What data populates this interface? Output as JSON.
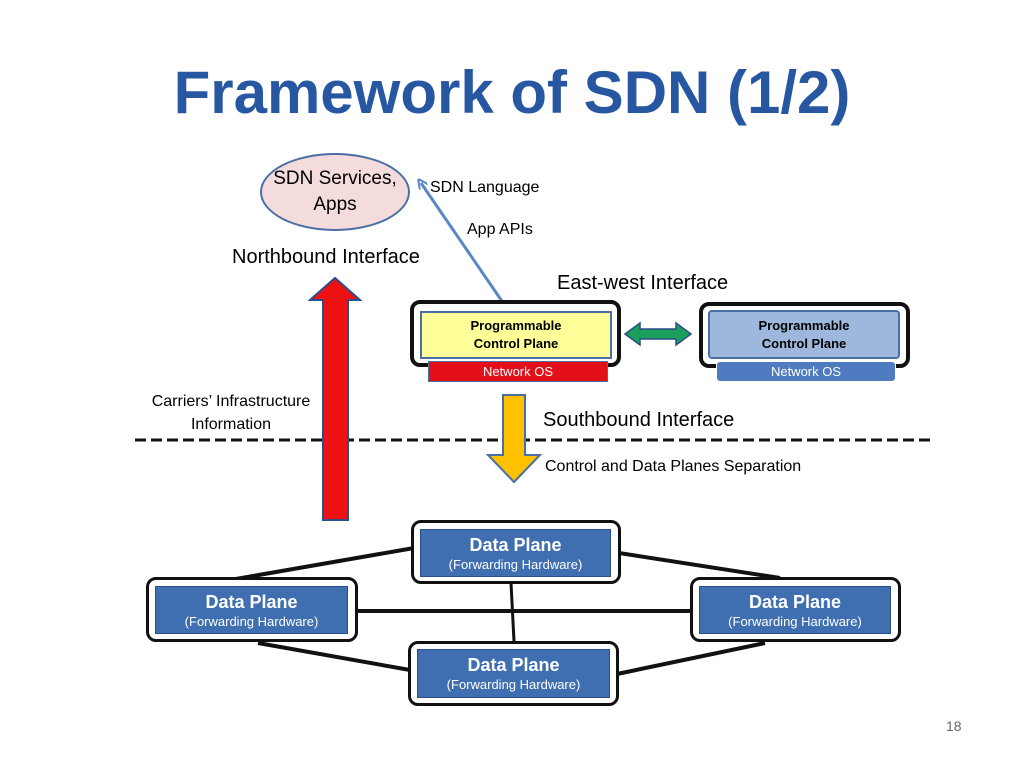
{
  "title": "Framework of SDN (1/2)",
  "services": {
    "line1": "SDN Services,",
    "line2": "Apps"
  },
  "labels": {
    "sdn_language": "SDN Language",
    "app_apis": "App APIs",
    "northbound": "Northbound Interface",
    "east_west": "East-west Interface",
    "carriers_line1": "Carriers’ Infrastructure",
    "carriers_line2": "Information",
    "southbound": "Southbound Interface",
    "separation": "Control and Data Planes Separation"
  },
  "control_planes": [
    {
      "line1": "Programmable",
      "line2": "Control Plane",
      "os": "Network OS",
      "fill": "#ffff99",
      "os_fill": "#e3101a"
    },
    {
      "line1": "Programmable",
      "line2": "Control Plane",
      "os": "Network OS",
      "fill": "#9db8dc",
      "os_fill": "#4f7cc0"
    }
  ],
  "data_planes": [
    {
      "title": "Data Plane",
      "sub": "(Forwarding Hardware)"
    },
    {
      "title": "Data Plane",
      "sub": "(Forwarding Hardware)"
    },
    {
      "title": "Data Plane",
      "sub": "(Forwarding Hardware)"
    },
    {
      "title": "Data Plane",
      "sub": "(Forwarding Hardware)"
    }
  ],
  "colors": {
    "title": "#2757a0",
    "northbound_arrow": "#ee1111",
    "southbound_arrow": "#ffc000",
    "east_west_arrow": "#1aa05a",
    "app_api_arrow": "#5b87c7",
    "data_plane": "#3f6fb0"
  },
  "page_number": "18"
}
